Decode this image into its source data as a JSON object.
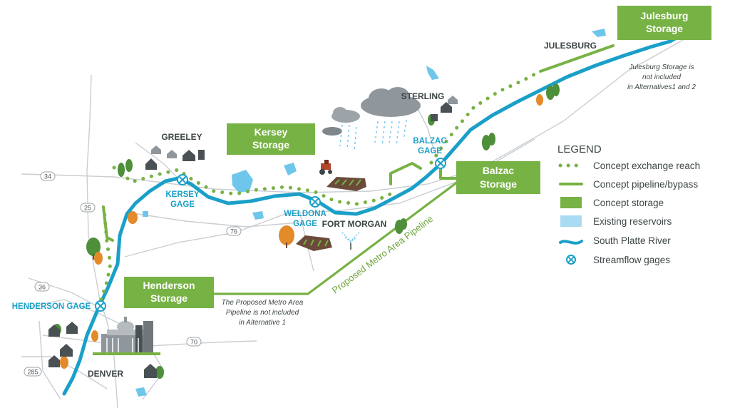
{
  "cities": {
    "greeley": "GREELEY",
    "sterling": "STERLING",
    "julesburg": "JULESBURG",
    "fort_morgan": "FORT MORGAN",
    "denver": "DENVER"
  },
  "gages": {
    "kersey_line1": "KERSEY",
    "kersey_line2": "GAGE",
    "weldona_line1": "WELDONA",
    "weldona_line2": "GAGE",
    "balzac_line1": "BALZAC",
    "balzac_line2": "GAGE",
    "henderson": "HENDERSON GAGE"
  },
  "storage_boxes": {
    "julesburg": [
      "Julesburg",
      "Storage"
    ],
    "kersey": [
      "Kersey",
      "Storage"
    ],
    "balzac": [
      "Balzac",
      "Storage"
    ],
    "henderson": [
      "Henderson",
      "Storage"
    ]
  },
  "highways": {
    "h34": "34",
    "h25": "25",
    "h76": "76",
    "h36": "36",
    "h70": "70",
    "h285": "285"
  },
  "notes": {
    "julesburg": [
      "Julesburg Storage is",
      "not included",
      "in Alternatives1 and 2"
    ],
    "metro": [
      "The Proposed Metro Area",
      "Pipeline is not included",
      "in Alternative 1"
    ]
  },
  "pipeline_label": "Proposed Metro Area Pipeline",
  "legend": {
    "title": "LEGEND",
    "items": [
      "Concept exchange reach",
      "Concept pipeline/bypass",
      "Concept storage",
      "Existing reservoirs",
      "South Platte River",
      "Streamflow gages"
    ]
  },
  "colors": {
    "river": "#1aa0c8",
    "concept_green": "#77b244",
    "reservoir": "#6ec6ea",
    "text_dark": "#3d4547",
    "roads": "#c9ced3"
  },
  "icons": [
    "cloud-icon",
    "rain-icon",
    "tractor-icon",
    "sprinkler-icon",
    "tree-icon",
    "house-icon",
    "capitol-building-icon"
  ]
}
